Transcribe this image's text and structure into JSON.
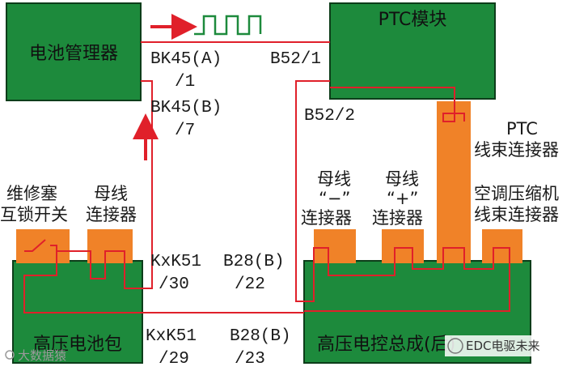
{
  "colors": {
    "box_fill": "#1d8a3c",
    "box_stroke": "#0d3d1a",
    "connector": "#f08228",
    "wire": "#e0202a"
  },
  "boxes": {
    "bms": "电池管理器",
    "ptc_module": "PTC模块",
    "battery_pack": "高压电池包",
    "controller": "高压电控总成",
    "controller_suffix": "(后)"
  },
  "connectors": {
    "interlock_switch": [
      "维修塞",
      "互锁开关"
    ],
    "busbar_connector_left": [
      "母线",
      "连接器"
    ],
    "busbar_minus": [
      "母线",
      "“−”",
      "连接器"
    ],
    "busbar_plus": [
      "母线",
      "“+”",
      "连接器"
    ],
    "ptc_harness": [
      "PTC",
      "线束连接器"
    ],
    "ac_compressor_harness": [
      "空调压缩机",
      "线束连接器"
    ]
  },
  "pins": {
    "bk45a": [
      "BK45(A)",
      "/1"
    ],
    "bk45b": [
      "BK45(B)",
      "/7"
    ],
    "b52_1": "B52/1",
    "b52_2": "B52/2",
    "kxk51_30": [
      "KxK51",
      "/30"
    ],
    "b28b_22": [
      "B28(B)",
      "/22"
    ],
    "kxk51_29": [
      "KxK51",
      "/29"
    ],
    "b28b_23": [
      "B28(B)",
      "/23"
    ]
  },
  "watermark": {
    "left": "大数据猿",
    "right": "EDC电驱未来"
  }
}
